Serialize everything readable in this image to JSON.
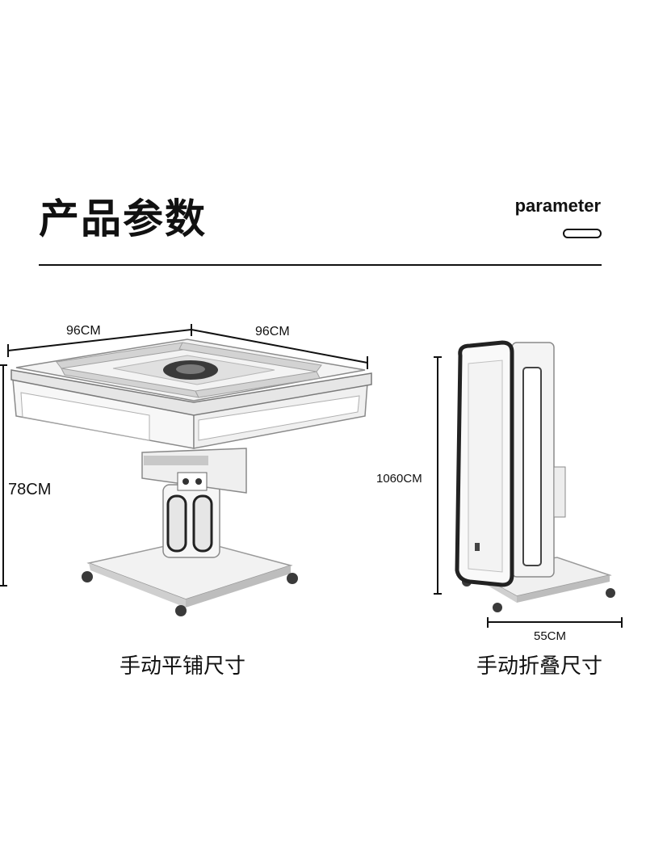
{
  "header": {
    "title": "产品参数",
    "subtitle": "parameter"
  },
  "flat_view": {
    "width_left": "96CM",
    "width_right": "96CM",
    "height": "78CM",
    "caption": "手动平铺尺寸"
  },
  "folded_view": {
    "height": "1060CM",
    "depth": "55CM",
    "caption": "手动折叠尺寸"
  },
  "colors": {
    "line": "#111111",
    "table_white": "#f4f4f4",
    "tile_gray": "#d2d2d2",
    "shadow_gray": "#9a9a9a"
  }
}
